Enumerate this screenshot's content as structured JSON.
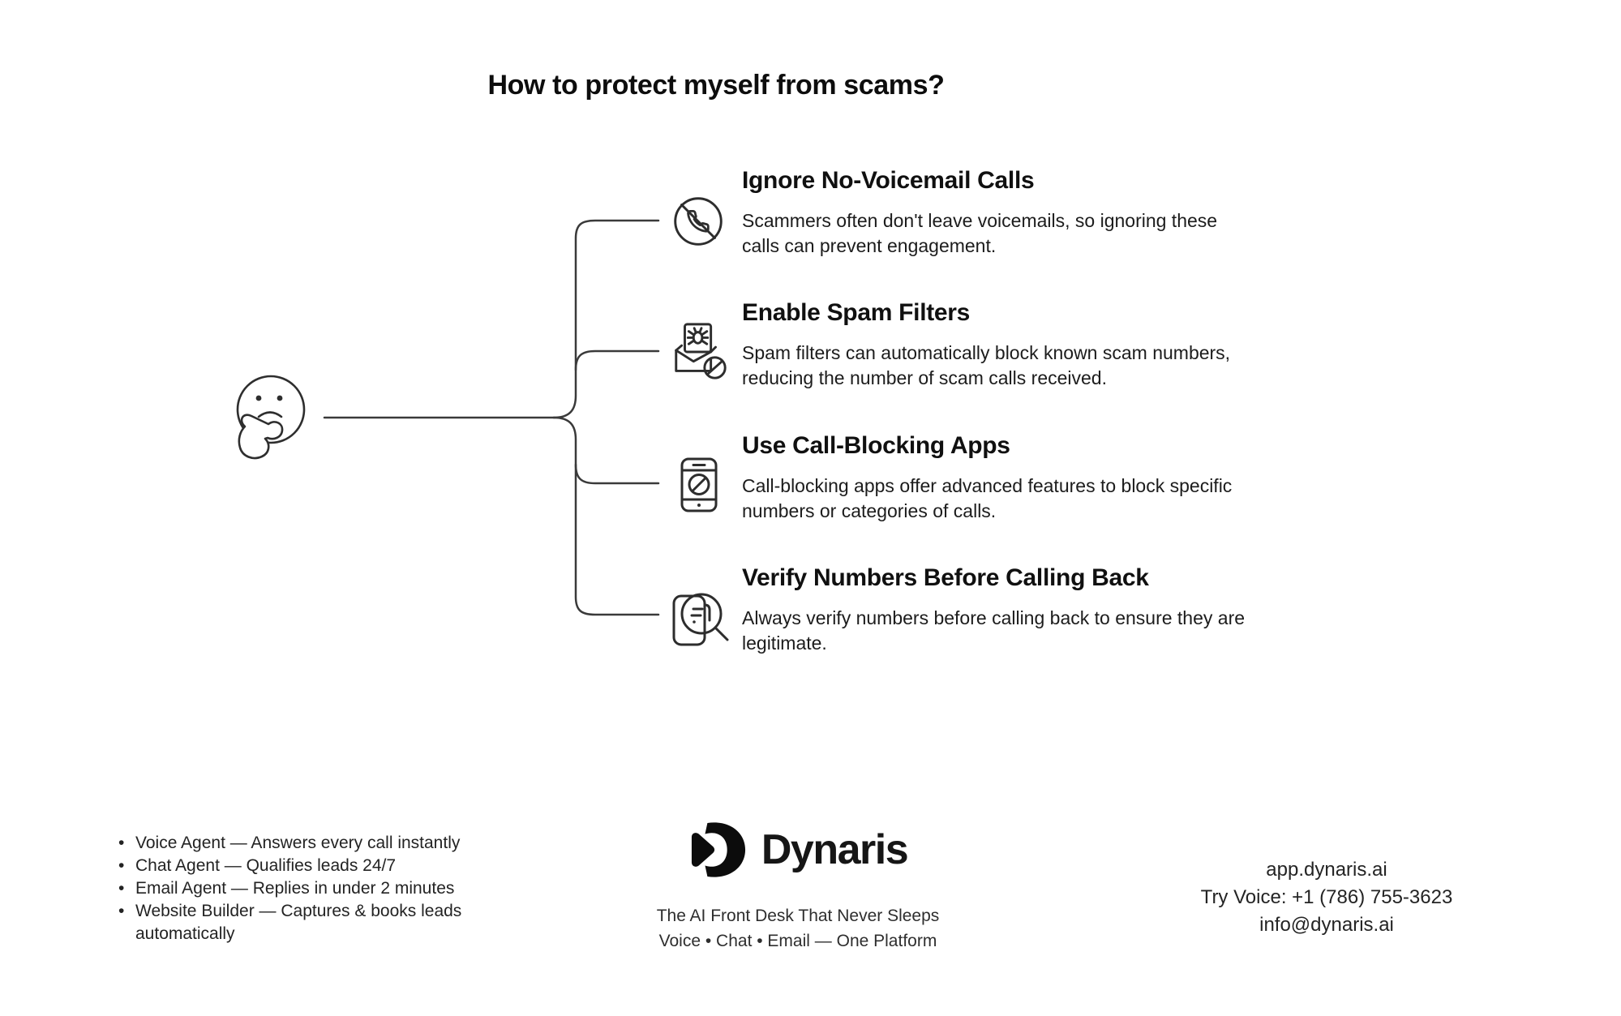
{
  "title": "How to protect myself from scams?",
  "colors": {
    "background": "#ffffff",
    "text": "#1a1a1a",
    "line": "#3a3a3a",
    "logo": "#0c0c0c"
  },
  "mindmap": {
    "center_icon": "thinking-face-icon",
    "items": [
      {
        "icon": "no-voicemail-icon",
        "heading": "Ignore No-Voicemail Calls",
        "description": "Scammers often don't leave voicemails, so ignoring these\ncalls can prevent engagement."
      },
      {
        "icon": "spam-filter-icon",
        "heading": "Enable Spam Filters",
        "description": "Spam filters can automatically block known scam numbers,\nreducing the number of scam calls received."
      },
      {
        "icon": "call-blocking-icon",
        "heading": "Use Call-Blocking Apps",
        "description": "Call-blocking apps offer advanced features to block specific\nnumbers or categories of calls."
      },
      {
        "icon": "verify-number-icon",
        "heading": "Verify Numbers Before Calling Back",
        "description": "Always verify numbers before calling back to ensure they are\nlegitimate."
      }
    ]
  },
  "footer": {
    "features": [
      "Voice Agent — Answers every call instantly",
      "Chat Agent — Qualifies leads 24/7",
      "Email Agent — Replies in under 2 minutes",
      "Website Builder — Captures & books leads\nautomatically"
    ],
    "brand": {
      "name": "Dynaris",
      "tagline_line1": "The AI Front Desk That Never Sleeps",
      "tagline_line2": "Voice • Chat • Email — One Platform"
    },
    "contact": {
      "website": "app.dynaris.ai",
      "phone": "Try Voice: +1 (786) 755-3623",
      "email": "info@dynaris.ai"
    }
  }
}
